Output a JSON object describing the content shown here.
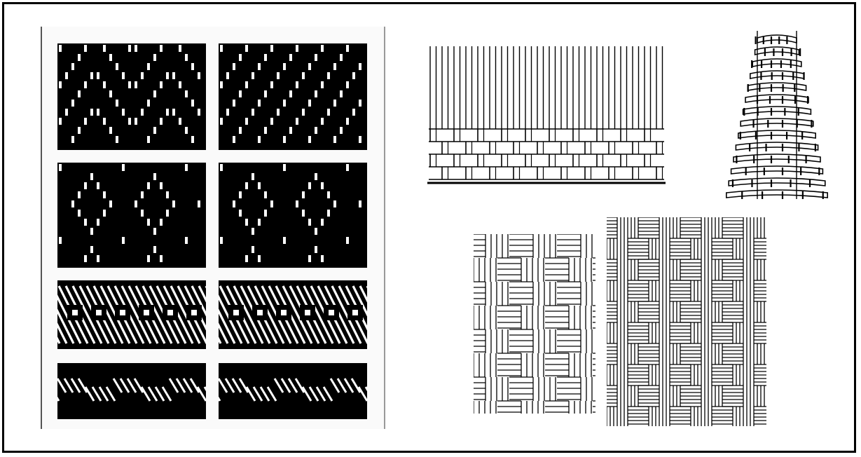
{
  "figure": {
    "panels": [
      {
        "id": "pattern-chart",
        "blocks": [
          {
            "id": "chevron-twill",
            "pattern": "chevron"
          },
          {
            "id": "diagonal-twill",
            "pattern": "diagonal"
          },
          {
            "id": "diamond-twill",
            "pattern": "diamond"
          },
          {
            "id": "diamond-twill-b",
            "pattern": "diamond"
          },
          {
            "id": "band-checker",
            "pattern": "band-checker"
          },
          {
            "id": "band-squares",
            "pattern": "band-squares"
          },
          {
            "id": "band-zigzag",
            "pattern": "band-zigzag"
          },
          {
            "id": "band-zigzag-b",
            "pattern": "band-zigzag"
          }
        ]
      },
      {
        "id": "twill-weave-start-diagram",
        "pattern": "warp-with-twill-rows"
      },
      {
        "id": "cylindrical-basket-sketch",
        "pattern": "basket-weave"
      },
      {
        "id": "herringbone-diagram",
        "pattern": "herringbone"
      },
      {
        "id": "herringbone-dense-diagram",
        "pattern": "herringbone-dense"
      }
    ],
    "colors": {
      "ink": "#000000",
      "paper": "#ffffff",
      "panel": "#fafafa"
    }
  }
}
